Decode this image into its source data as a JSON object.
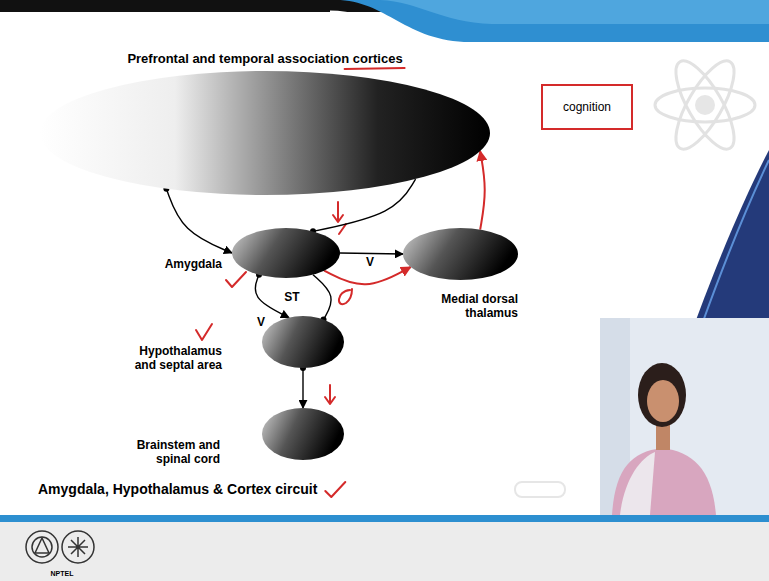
{
  "diagram": {
    "caption": "Amygdala, Hypothalamus & Cortex circuit",
    "nodes": [
      {
        "text": [
          "Prefrontal and temporal association cortices"
        ]
      },
      {
        "text": [
          "cognition"
        ]
      },
      {
        "text": [
          "Amygdala"
        ]
      },
      {
        "text": [
          "Medial dorsal thalamus"
        ]
      },
      {
        "text": [
          "Hypothalamus and septal area"
        ]
      },
      {
        "text": [
          "Brainstem and spinal cord"
        ]
      }
    ],
    "edges": [
      {
        "from": 0,
        "to": 2,
        "arrow": "to"
      },
      {
        "from": 2,
        "to": 0,
        "arrow": "none"
      },
      {
        "from": 2,
        "to": 3,
        "label": "V",
        "arrow": "to"
      },
      {
        "from": 2,
        "to": 4,
        "label": "V",
        "arrow": "to"
      },
      {
        "from": 4,
        "to": 2,
        "arrow": "none"
      },
      {
        "from": 4,
        "to": 5,
        "arrow": "to"
      },
      {
        "from": 3,
        "to": 0,
        "arrow": "to"
      },
      {
        "from": 2,
        "to": 3,
        "arrow": "to"
      }
    ],
    "labels": [
      "ST",
      "NPTEL"
    ]
  }
}
